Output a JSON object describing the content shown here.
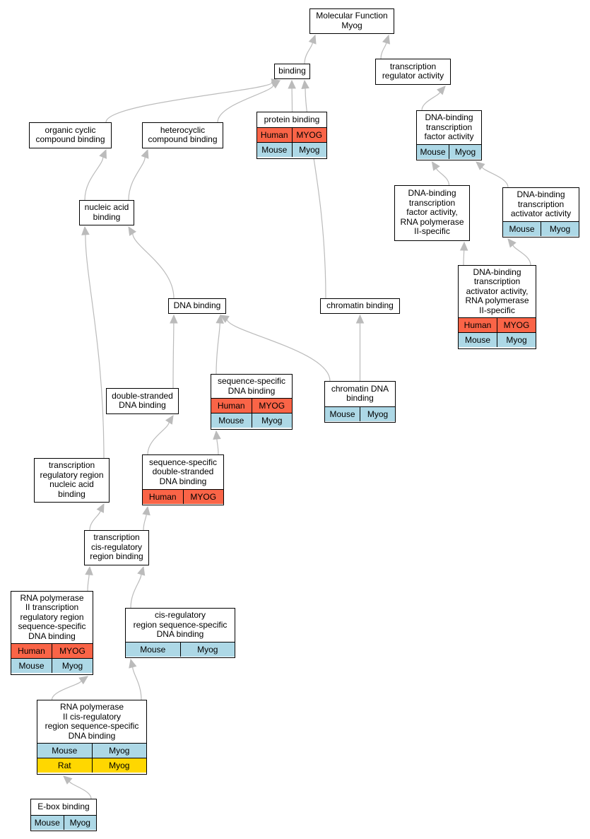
{
  "colors": {
    "human": "#fa6447",
    "mouse": "#add8e6",
    "rat": "#ffd700",
    "edge": "#bbbbbb"
  },
  "nodes": [
    {
      "id": "mf",
      "label": [
        "Molecular Function",
        "Myog"
      ],
      "rows": []
    },
    {
      "id": "binding",
      "label": [
        "binding"
      ],
      "rows": []
    },
    {
      "id": "tra",
      "label": [
        "transcription",
        "regulator activity"
      ],
      "rows": []
    },
    {
      "id": "protein",
      "label": [
        "protein binding"
      ],
      "rows": [
        {
          "kind": "human",
          "species": "Human",
          "gene": "MYOG"
        },
        {
          "kind": "mouse",
          "species": "Mouse",
          "gene": "Myog"
        }
      ]
    },
    {
      "id": "ocb",
      "label": [
        "organic cyclic",
        "compound binding"
      ],
      "rows": []
    },
    {
      "id": "hcb",
      "label": [
        "heterocyclic",
        "compound binding"
      ],
      "rows": []
    },
    {
      "id": "dbtfa",
      "label": [
        "DNA-binding",
        "transcription",
        "factor activity"
      ],
      "rows": [
        {
          "kind": "mouse",
          "species": "Mouse",
          "gene": "Myog"
        }
      ]
    },
    {
      "id": "nab",
      "label": [
        "nucleic acid",
        "binding"
      ],
      "rows": []
    },
    {
      "id": "dbtfapol",
      "label": [
        "DNA-binding",
        "transcription",
        "factor activity,",
        "RNA polymerase",
        "II-specific"
      ],
      "rows": []
    },
    {
      "id": "dbtaa",
      "label": [
        "DNA-binding",
        "transcription",
        "activator activity"
      ],
      "rows": [
        {
          "kind": "mouse",
          "species": "Mouse",
          "gene": "Myog"
        }
      ]
    },
    {
      "id": "dbtaapol",
      "label": [
        "DNA-binding",
        "transcription",
        "activator activity,",
        "RNA polymerase",
        "II-specific"
      ],
      "rows": [
        {
          "kind": "human",
          "species": "Human",
          "gene": "MYOG"
        },
        {
          "kind": "mouse",
          "species": "Mouse",
          "gene": "Myog"
        }
      ]
    },
    {
      "id": "dnab",
      "label": [
        "DNA binding"
      ],
      "rows": []
    },
    {
      "id": "chromb",
      "label": [
        "chromatin binding"
      ],
      "rows": []
    },
    {
      "id": "ssdna",
      "label": [
        "sequence-specific",
        "DNA binding"
      ],
      "rows": [
        {
          "kind": "human",
          "species": "Human",
          "gene": "MYOG"
        },
        {
          "kind": "mouse",
          "species": "Mouse",
          "gene": "Myog"
        }
      ]
    },
    {
      "id": "dsdna",
      "label": [
        "double-stranded",
        "DNA binding"
      ],
      "rows": []
    },
    {
      "id": "chromdna",
      "label": [
        "chromatin DNA",
        "binding"
      ],
      "rows": [
        {
          "kind": "mouse",
          "species": "Mouse",
          "gene": "Myog"
        }
      ]
    },
    {
      "id": "ssds",
      "label": [
        "sequence-specific",
        "double-stranded",
        "DNA binding"
      ],
      "rows": [
        {
          "kind": "human",
          "species": "Human",
          "gene": "MYOG"
        }
      ]
    },
    {
      "id": "trrnab",
      "label": [
        "transcription",
        "regulatory region",
        "nucleic acid",
        "binding"
      ],
      "rows": []
    },
    {
      "id": "tcrrb",
      "label": [
        "transcription",
        "cis-regulatory",
        "region binding"
      ],
      "rows": []
    },
    {
      "id": "rnap2trr",
      "label": [
        "RNA polymerase",
        "II transcription",
        "regulatory region",
        "sequence-specific",
        "DNA binding"
      ],
      "rows": [
        {
          "kind": "human",
          "species": "Human",
          "gene": "MYOG"
        },
        {
          "kind": "mouse",
          "species": "Mouse",
          "gene": "Myog"
        }
      ]
    },
    {
      "id": "crrss",
      "label": [
        "cis-regulatory",
        "region sequence-specific",
        "DNA binding"
      ],
      "rows": [
        {
          "kind": "mouse",
          "species": "Mouse",
          "gene": "Myog"
        }
      ]
    },
    {
      "id": "rnap2cis",
      "label": [
        "RNA polymerase",
        "II cis-regulatory",
        "region sequence-specific",
        "DNA binding"
      ],
      "rows": [
        {
          "kind": "mouse",
          "species": "Mouse",
          "gene": "Myog"
        },
        {
          "kind": "rat",
          "species": "Rat",
          "gene": "Myog"
        }
      ]
    },
    {
      "id": "ebox",
      "label": [
        "E-box binding"
      ],
      "rows": [
        {
          "kind": "mouse",
          "species": "Mouse",
          "gene": "Myog"
        }
      ]
    }
  ],
  "edges": [
    {
      "from": "binding",
      "to": "mf"
    },
    {
      "from": "tra",
      "to": "mf"
    },
    {
      "from": "protein",
      "to": "binding"
    },
    {
      "from": "ocb",
      "to": "binding"
    },
    {
      "from": "hcb",
      "to": "binding"
    },
    {
      "from": "chromb",
      "to": "binding"
    },
    {
      "from": "dbtfa",
      "to": "tra"
    },
    {
      "from": "nab",
      "to": "ocb"
    },
    {
      "from": "nab",
      "to": "hcb"
    },
    {
      "from": "dbtfapol",
      "to": "dbtfa"
    },
    {
      "from": "dbtaa",
      "to": "dbtfa"
    },
    {
      "from": "dbtaapol",
      "to": "dbtfapol"
    },
    {
      "from": "dbtaapol",
      "to": "dbtaa"
    },
    {
      "from": "dnab",
      "to": "nab"
    },
    {
      "from": "trrnab",
      "to": "nab"
    },
    {
      "from": "chromdna",
      "to": "chromb"
    },
    {
      "from": "chromdna",
      "to": "dnab"
    },
    {
      "from": "ssdna",
      "to": "dnab"
    },
    {
      "from": "dsdna",
      "to": "dnab"
    },
    {
      "from": "ssds",
      "to": "dsdna"
    },
    {
      "from": "ssds",
      "to": "ssdna"
    },
    {
      "from": "tcrrb",
      "to": "trrnab"
    },
    {
      "from": "tcrrb",
      "to": "ssds"
    },
    {
      "from": "rnap2trr",
      "to": "tcrrb"
    },
    {
      "from": "crrss",
      "to": "tcrrb"
    },
    {
      "from": "rnap2cis",
      "to": "rnap2trr"
    },
    {
      "from": "rnap2cis",
      "to": "crrss"
    },
    {
      "from": "ebox",
      "to": "rnap2cis"
    }
  ]
}
